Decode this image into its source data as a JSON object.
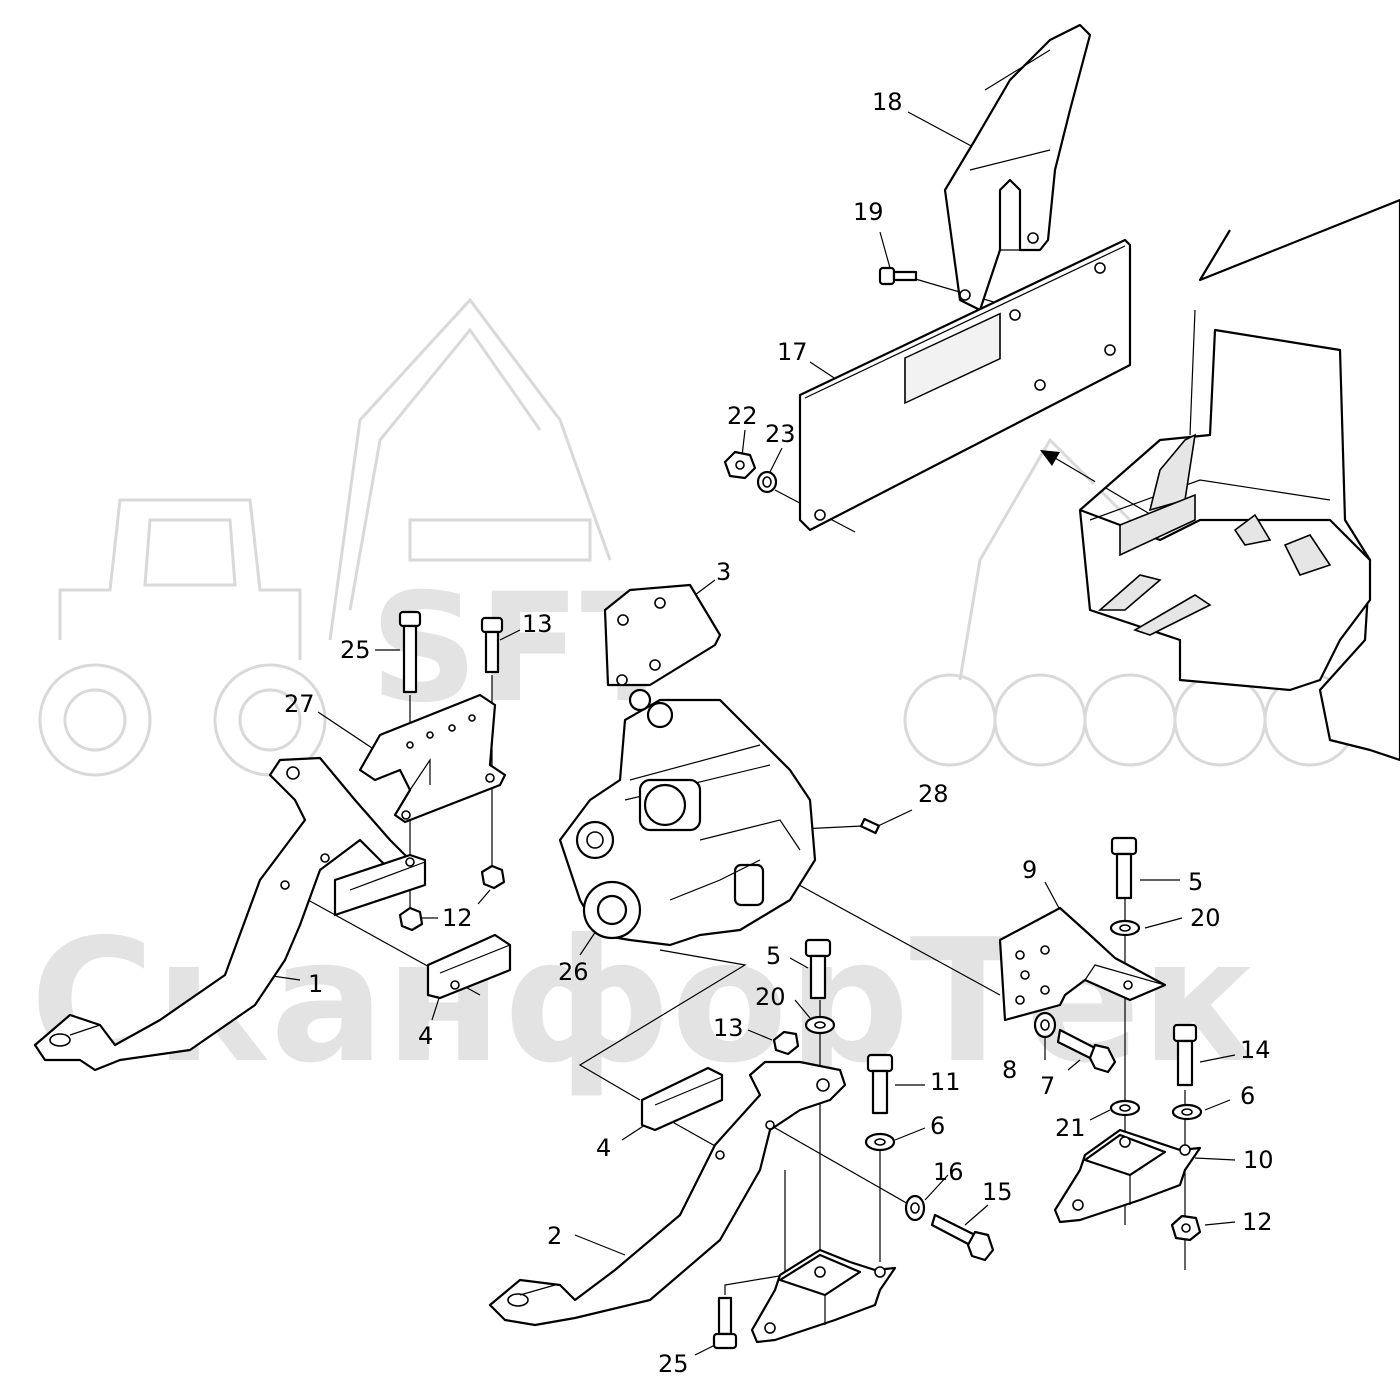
{
  "watermark": {
    "logo_text": "SFT",
    "brand_text": "СканфорТек"
  },
  "callouts": [
    "1",
    "2",
    "3",
    "4",
    "4",
    "5",
    "5",
    "6",
    "6",
    "7",
    "8",
    "9",
    "10",
    "11",
    "12",
    "12",
    "13",
    "13",
    "14",
    "15",
    "16",
    "17",
    "18",
    "19",
    "20",
    "20",
    "21",
    "22",
    "23",
    "25",
    "25",
    "26",
    "27",
    "28"
  ],
  "colors": {
    "line": "#000000",
    "watermark": "#d9d9d9",
    "shade": "#e6e6e6"
  }
}
